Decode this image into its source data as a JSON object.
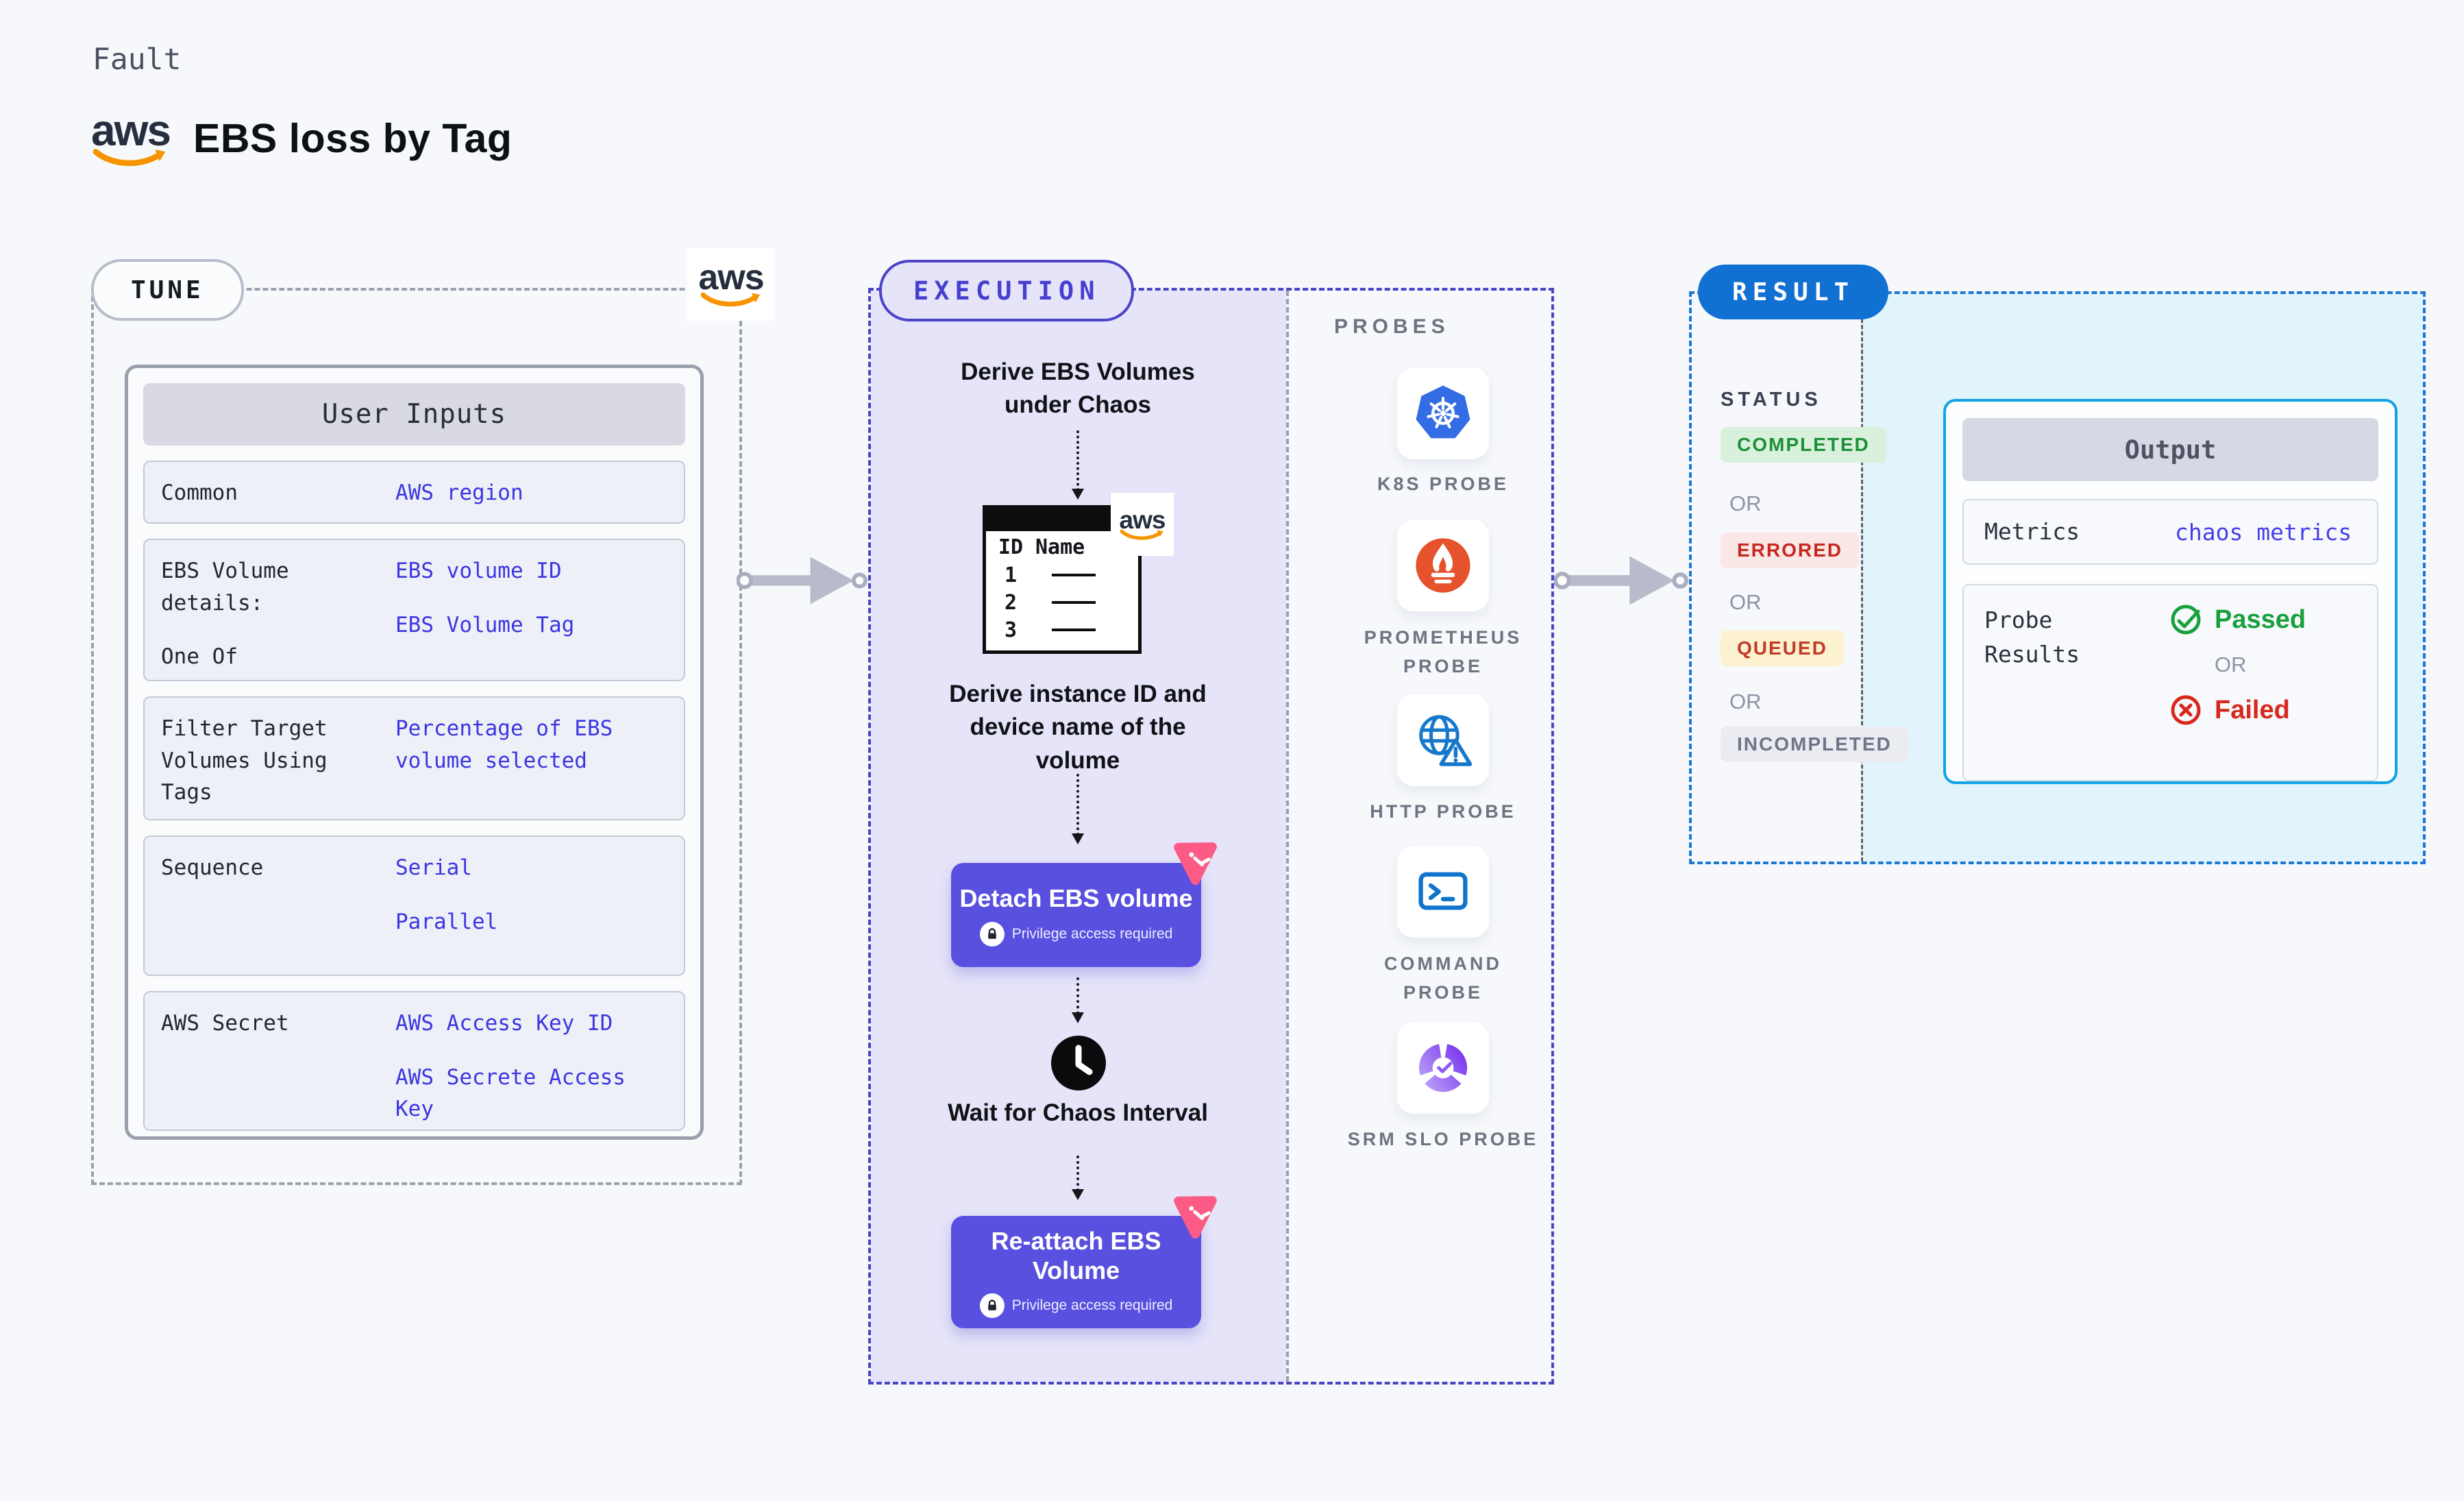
{
  "brand": {
    "aws": "aws"
  },
  "header": {
    "kicker": "Fault",
    "title": "EBS loss by Tag"
  },
  "tune": {
    "pill": "TUNE",
    "table_title": "User Inputs",
    "rows": [
      {
        "label": "Common",
        "values": [
          "AWS region"
        ]
      },
      {
        "label": "EBS Volume details:",
        "label2": "One Of",
        "values": [
          "EBS volume ID",
          "EBS Volume Tag"
        ]
      },
      {
        "label": "Filter Target Volumes Using Tags",
        "values": [
          "Percentage of EBS volume selected"
        ]
      },
      {
        "label": "Sequence",
        "values": [
          "Serial",
          "Parallel"
        ]
      },
      {
        "label": "AWS Secret",
        "values": [
          "AWS Access Key ID",
          "AWS Secrete Access Key"
        ]
      }
    ]
  },
  "execution": {
    "pill": "EXECUTION",
    "step_derive_volumes": "Derive EBS Volumes under Chaos",
    "volumes_table": {
      "col_id": "ID",
      "col_name": "Name",
      "rows": [
        "1",
        "2",
        "3"
      ]
    },
    "step_derive_instance": "Derive instance ID and device name of the volume",
    "detach_label": "Detach EBS volume",
    "privilege_note": "Privilege access required",
    "wait_label": "Wait for Chaos Interval",
    "reattach_label": "Re-attach EBS Volume"
  },
  "probes": {
    "title": "PROBES",
    "items": [
      {
        "label": "K8S PROBE",
        "icon": "kubernetes-icon"
      },
      {
        "label": "PROMETHEUS PROBE",
        "icon": "prometheus-icon"
      },
      {
        "label": "HTTP PROBE",
        "icon": "http-globe-icon"
      },
      {
        "label": "COMMAND PROBE",
        "icon": "terminal-icon"
      },
      {
        "label": "SRM SLO PROBE",
        "icon": "slo-donut-icon"
      }
    ]
  },
  "result": {
    "pill": "RESULT",
    "status": {
      "title": "STATUS",
      "completed": "COMPLETED",
      "errored": "ERRORED",
      "queued": "QUEUED",
      "incompleted": "INCOMPLETED",
      "or": "OR"
    },
    "output": {
      "title": "Output",
      "metrics_label": "Metrics",
      "metrics_value": "chaos metrics",
      "probe_results_label": "Probe Results",
      "passed": "Passed",
      "failed": "Failed",
      "or": "OR"
    }
  },
  "colors": {
    "page_bg": "#f6f8fb",
    "execution_fill": "#e5e4f9",
    "execution_border": "#4b44c8",
    "tune_border": "#9aa1ae",
    "result_border": "#1b79d3",
    "result_pill_bg": "#1171d3",
    "result_panel_bg": "#e1f4fb",
    "button_bg": "#5a50e0",
    "value_blue": "#3b36e2",
    "aws_orange": "#f79400",
    "aws_navy": "#252f3e",
    "completed_green": "#1c9038",
    "errored_red": "#c5281f",
    "queued_red": "#c23a28",
    "incompleted_gray": "#6f7587",
    "passed_green": "#18a03c",
    "failed_red": "#d8271c",
    "output_border_cyan": "#14a3e2",
    "pink_badge": "#fb5b85",
    "kubernetes_blue": "#326de6",
    "prometheus_orange": "#e6522c"
  }
}
